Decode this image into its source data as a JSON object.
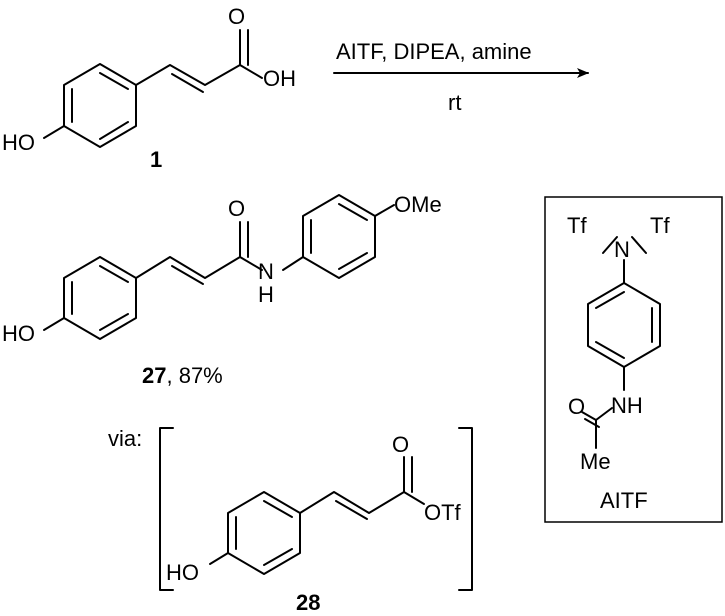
{
  "reaction": {
    "reagents": "AITF, DIPEA, amine",
    "conditions": "rt"
  },
  "compounds": {
    "start": {
      "number": "1",
      "label_oh": "OH",
      "label_o": "O",
      "label_ho": "HO"
    },
    "product": {
      "number": "27",
      "yield": ", 87%",
      "label_o": "O",
      "label_nh_n": "N",
      "label_nh_h": "H",
      "label_ome": "OMe",
      "label_ho": "HO"
    },
    "intermediate": {
      "prefix": "via:",
      "number": "28",
      "label_o": "O",
      "label_otf": "OTf",
      "label_ho": "HO"
    }
  },
  "reagent_box": {
    "tf_left": "Tf",
    "n": "N",
    "tf_right": "Tf",
    "nh": "NH",
    "o": "O",
    "me": "Me",
    "name": "AITF"
  }
}
